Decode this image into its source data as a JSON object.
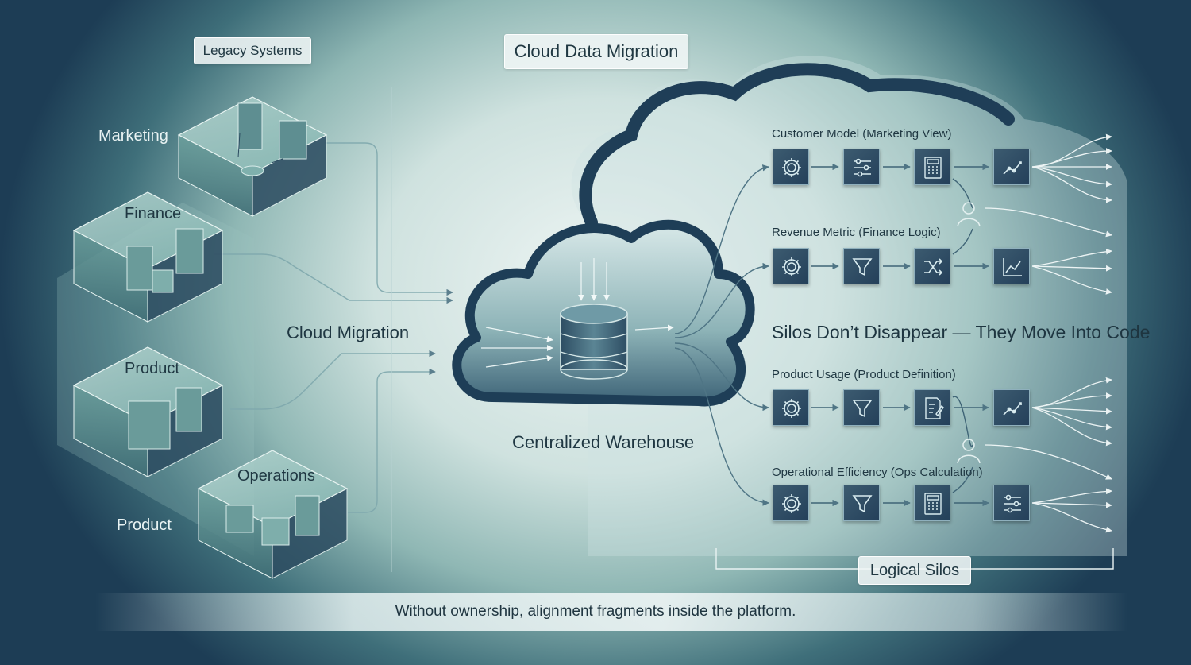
{
  "title": "Cloud Data Migration",
  "legacy_label": "Legacy Systems",
  "systems": {
    "marketing": "Marketing",
    "finance": "Finance",
    "product": "Product",
    "operations": "Operations",
    "product_bottom": "Product"
  },
  "cloud_migration_label": "Cloud Migration",
  "warehouse_label": "Centralized Warehouse",
  "silos_heading": "Silos Don’t Disappear — They Move Into Code",
  "pipelines": [
    {
      "label": "Customer Model (Marketing View)",
      "icons": [
        "gear-icon",
        "sliders-icon",
        "calculator-icon",
        "line-chart-icon"
      ]
    },
    {
      "label": "Revenue Metric (Finance Logic)",
      "icons": [
        "gear-icon",
        "funnel-icon",
        "shuffle-icon",
        "trend-chart-icon"
      ]
    },
    {
      "label": "Product Usage (Product Definition)",
      "icons": [
        "gear-icon",
        "funnel-icon",
        "document-edit-icon",
        "line-chart-icon"
      ]
    },
    {
      "label": "Operational Efficiency (Ops Calculation)",
      "icons": [
        "gear-icon",
        "funnel-icon",
        "calculator-icon",
        "sliders-icon"
      ]
    }
  ],
  "logical_silos_label": "Logical Silos",
  "footer_text": "Without ownership, alignment fragments inside the platform.",
  "colors": {
    "navy": "#1d3d55",
    "teal": "#6fa5a5",
    "box": "#2c4a62"
  }
}
